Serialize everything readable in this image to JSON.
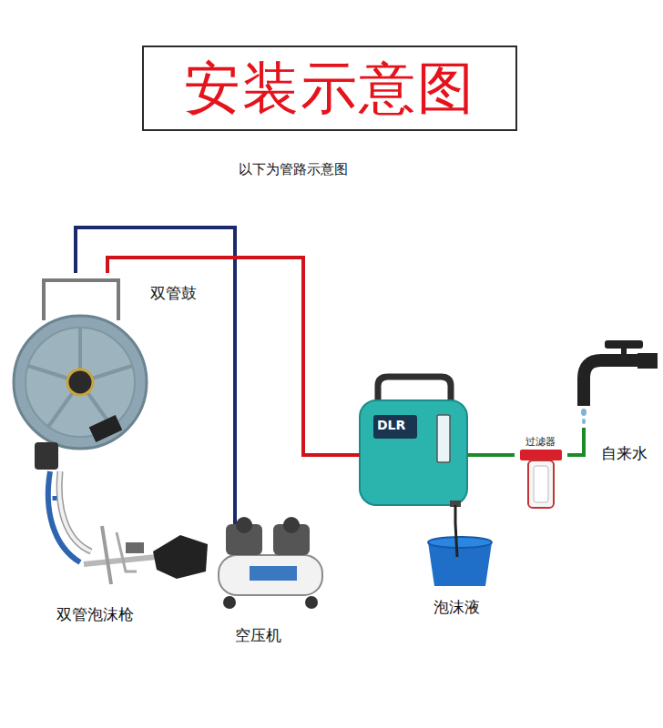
{
  "diagram": {
    "title": "安装示意图",
    "nodes": [
      {
        "text": [
          "双管鼓"
        ]
      },
      {
        "text": [
          "双管泡沫枪"
        ]
      },
      {
        "text": [
          "空压机"
        ]
      },
      {
        "text": [
          "DLR"
        ]
      },
      {
        "text": [
          "过滤器"
        ]
      },
      {
        "text": [
          "自来水"
        ]
      },
      {
        "text": [
          "泡沫液"
        ]
      }
    ],
    "edges": [
      {
        "from": 0,
        "to": 1,
        "arrow": "none"
      },
      {
        "from": 0,
        "to": 2,
        "arrow": "none"
      },
      {
        "from": 0,
        "to": 3,
        "arrow": "none"
      },
      {
        "from": 5,
        "to": 4,
        "arrow": "none"
      },
      {
        "from": 4,
        "to": 3,
        "arrow": "none"
      },
      {
        "from": 3,
        "to": 6,
        "arrow": "none"
      }
    ],
    "labels": [
      "以下为管路示意图"
    ]
  }
}
